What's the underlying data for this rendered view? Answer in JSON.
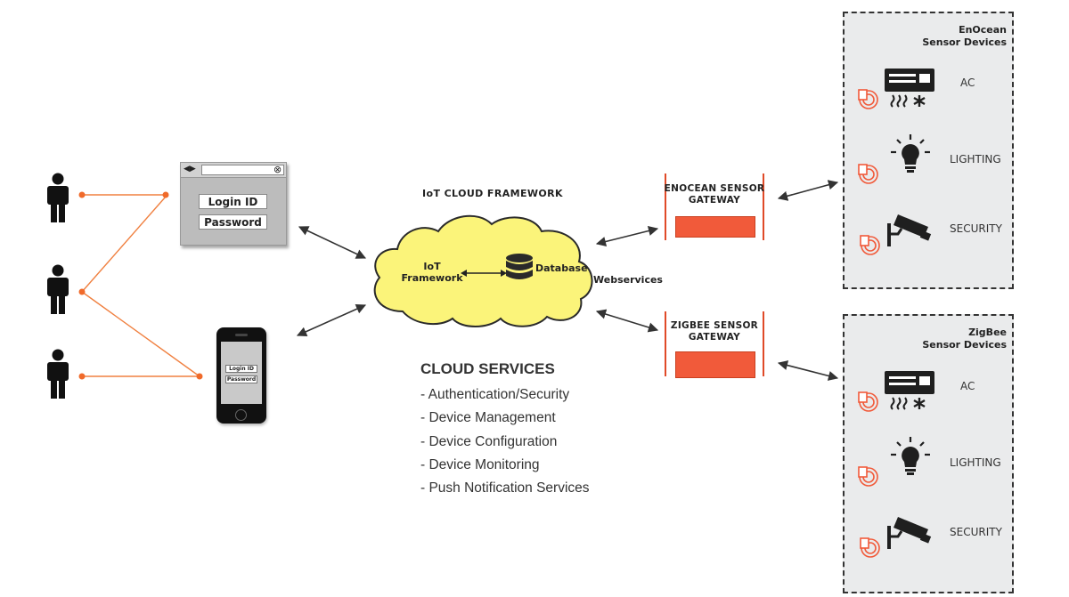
{
  "login_window": {
    "login_label": "Login ID",
    "password_label": "Password"
  },
  "phone": {
    "login_label": "Login ID",
    "password_label": "Password"
  },
  "cloud": {
    "title": "IoT CLOUD FRAMEWORK",
    "framework_label": "IoT\nFramework",
    "database_label": "Database",
    "webservices_label": "Webservices"
  },
  "services": {
    "title": "CLOUD SERVICES",
    "items": [
      "- Authentication/Security",
      "- Device Management",
      "- Device Configuration",
      "- Device Monitoring",
      "- Push Notification Services"
    ]
  },
  "gateways": [
    {
      "label": "ENOCEAN SENSOR\nGATEWAY"
    },
    {
      "label": "ZIGBEE SENSOR\nGATEWAY"
    }
  ],
  "sensor_groups": [
    {
      "title": "EnOcean\nSensor Devices",
      "devices": [
        "AC",
        "LIGHTING",
        "SECURITY"
      ]
    },
    {
      "title": "ZigBee\nSensor Devices",
      "devices": [
        "AC",
        "LIGHTING",
        "SECURITY"
      ]
    }
  ],
  "colors": {
    "accent": "#f15a3a",
    "line": "#f08040",
    "cloud": "#fbf47a",
    "panel": "#eaebec"
  }
}
